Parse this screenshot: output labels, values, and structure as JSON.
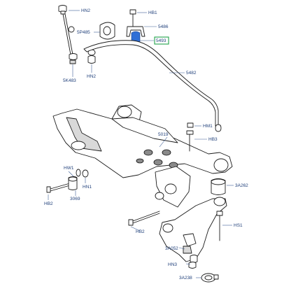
{
  "colors": {
    "label": "#1f3f7a",
    "leader": "#3f5f96",
    "highlight_box": "#21a24a",
    "highlight_part": "#2f6fd6"
  },
  "labels": {
    "hn2_top": "HN2",
    "sp485": "5P485",
    "sk483": "5K483",
    "hn2_mid": "HN2",
    "hb1": "HB1",
    "p5486": "5486",
    "p5493": "5493",
    "p5482": "5482",
    "p5019": "5019",
    "hm1": "HM1",
    "hb3": "HB3",
    "hw1": "HW1",
    "hn1": "HN1",
    "hb2_left": "HB2",
    "p3069": "3069",
    "p3a262": "3A262",
    "hb2_center": "HB2",
    "hs1": "HS1",
    "p3a052": "3A052",
    "hn3": "HN3",
    "p3a238": "3A238"
  },
  "highlighted_part": "5493"
}
